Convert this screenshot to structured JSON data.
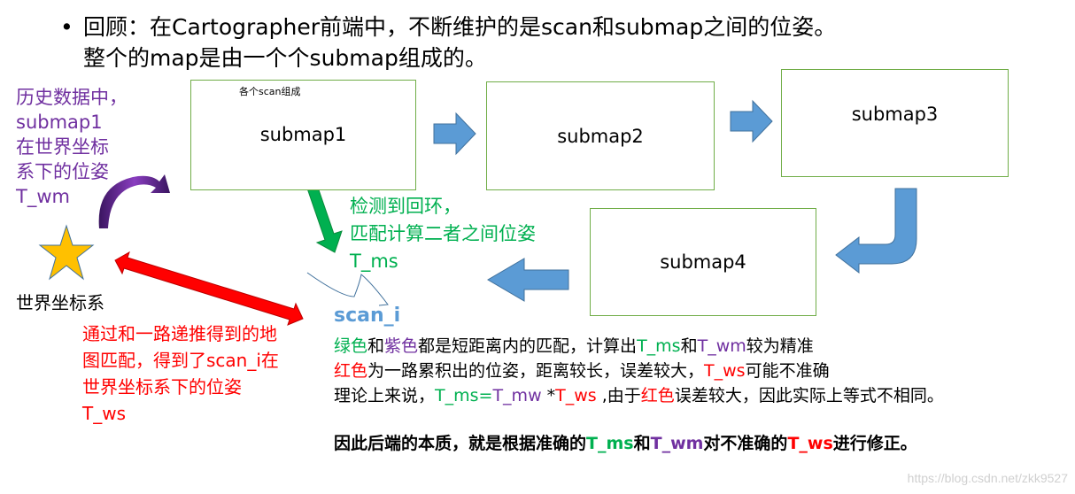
{
  "title": {
    "line1": "回顾：在Cartographer前端中，不断维护的是scan和submap之间的位姿。",
    "line2": "整个的map是由一个个submap组成的。",
    "bullet": "•"
  },
  "submaps": [
    "submap1",
    "submap2",
    "submap3",
    "submap4"
  ],
  "submap1_note": "各个scan组成",
  "left_note": [
    "历史数据中，",
    "submap1",
    "在世界坐标",
    "系下的位姿",
    "T_wm"
  ],
  "world_label": "世界坐标系",
  "loop_note": [
    "检测到回环，",
    "匹配计算二者之间位姿",
    "T_ms"
  ],
  "scan_label": "scan_i",
  "red_note": [
    "通过和一路递推得到的地",
    "图匹配，得到了scan_i在",
    "世界坐标系下的位姿",
    "T_ws"
  ],
  "body": {
    "line1": [
      {
        "t": "绿色",
        "c": "green"
      },
      {
        "t": "和",
        "c": ""
      },
      {
        "t": "紫色",
        "c": "purple"
      },
      {
        "t": "都是短距离内的匹配，计算出",
        "c": ""
      },
      {
        "t": "T_ms",
        "c": "green"
      },
      {
        "t": "和",
        "c": ""
      },
      {
        "t": "T_wm",
        "c": "purple"
      },
      {
        "t": "较为精准",
        "c": ""
      }
    ],
    "line2": [
      {
        "t": "红色",
        "c": "red"
      },
      {
        "t": "为一路累积出的位姿，距离较长，误差较大，",
        "c": ""
      },
      {
        "t": "T_ws",
        "c": "red"
      },
      {
        "t": "可能不准确",
        "c": ""
      }
    ],
    "line3": [
      {
        "t": "理论上来说，",
        "c": ""
      },
      {
        "t": "T_ms",
        "c": "green"
      },
      {
        "t": "=",
        "c": "green"
      },
      {
        "t": "T_mw ",
        "c": "purple"
      },
      {
        "t": "*",
        "c": ""
      },
      {
        "t": "T_ws",
        "c": "red"
      },
      {
        "t": " ,由于",
        "c": ""
      },
      {
        "t": "红色",
        "c": "red"
      },
      {
        "t": "误差较大，因此实际上等式不相同。",
        "c": ""
      }
    ],
    "line4": [
      {
        "t": "因此后端的本质，就是根据准确的",
        "c": ""
      },
      {
        "t": "T_ms",
        "c": "green"
      },
      {
        "t": "和",
        "c": ""
      },
      {
        "t": "T_wm",
        "c": "purple"
      },
      {
        "t": "对不准确的",
        "c": ""
      },
      {
        "t": "T_ws",
        "c": "red"
      },
      {
        "t": "进行修正。",
        "c": ""
      }
    ]
  },
  "watermark": "https://blog.csdn.net/zkk9527",
  "colors": {
    "green": "#00b050",
    "purple": "#7030a0",
    "red": "#ff0000",
    "blue": "#5b9bd5",
    "box_border": "#70ad47",
    "star": "#ffc000"
  }
}
